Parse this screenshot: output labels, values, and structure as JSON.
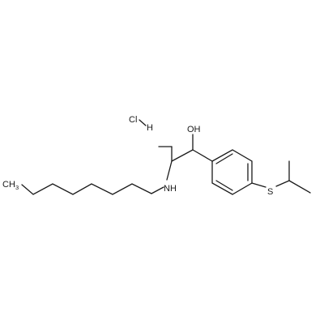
{
  "molecule": {
    "labels": {
      "hcl": "Cl",
      "h_of_hcl": "H",
      "hydroxyl": "OH",
      "amine": "NH",
      "sulfur": "S",
      "methyl_c": "C",
      "methyl_h": "H",
      "methyl_sub": "3"
    }
  }
}
